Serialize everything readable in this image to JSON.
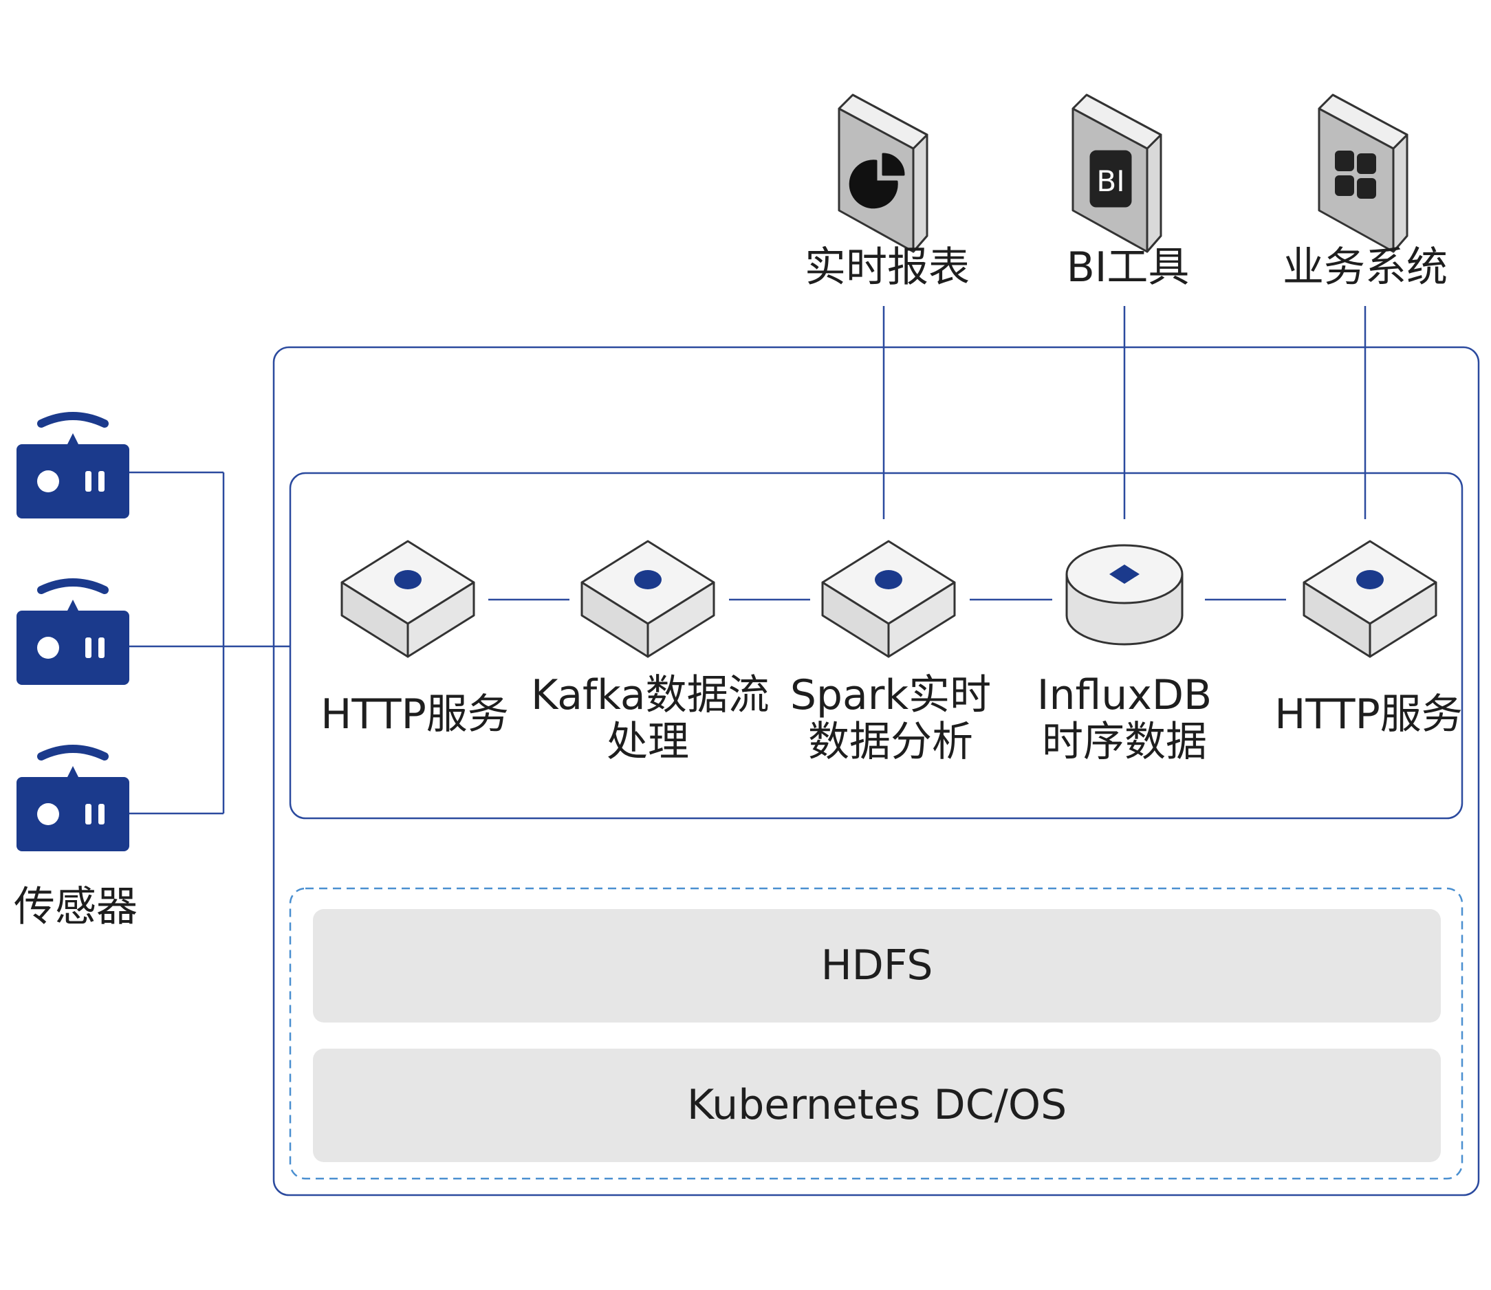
{
  "outputs": [
    {
      "label": "实时报表",
      "icon": "pie-chart-icon"
    },
    {
      "label": "BI工具",
      "icon": "bi-icon",
      "icon_text": "BI"
    },
    {
      "label": "业务系统",
      "icon": "grid-icon"
    }
  ],
  "sensors": {
    "label": "传感器",
    "count": 3,
    "icon": "sensor-device-icon"
  },
  "pipeline": [
    {
      "line1": "HTTP服务",
      "line2": "",
      "icon": "box-node-icon"
    },
    {
      "line1": "Kafka数据流",
      "line2": "处理",
      "icon": "box-node-icon"
    },
    {
      "line1": "Spark实时",
      "line2": "数据分析",
      "icon": "box-node-icon"
    },
    {
      "line1": "InfluxDB",
      "line2": "时序数据",
      "icon": "database-cylinder-icon"
    },
    {
      "line1": "HTTP服务",
      "line2": "",
      "icon": "box-node-icon"
    }
  ],
  "storage_layers": [
    "HDFS",
    "Kubernetes DC/OS"
  ],
  "colors": {
    "navy": "#1b3a8c",
    "line": "#2b4a9e",
    "dashed": "#4a8fd0",
    "layer_fill": "#e6e6e6",
    "node_top": "#f4f4f4",
    "node_side": "#dcdcdc",
    "server_front": "#bdbdbd",
    "server_side": "#d9d9d9",
    "text": "#1e1e1e"
  }
}
